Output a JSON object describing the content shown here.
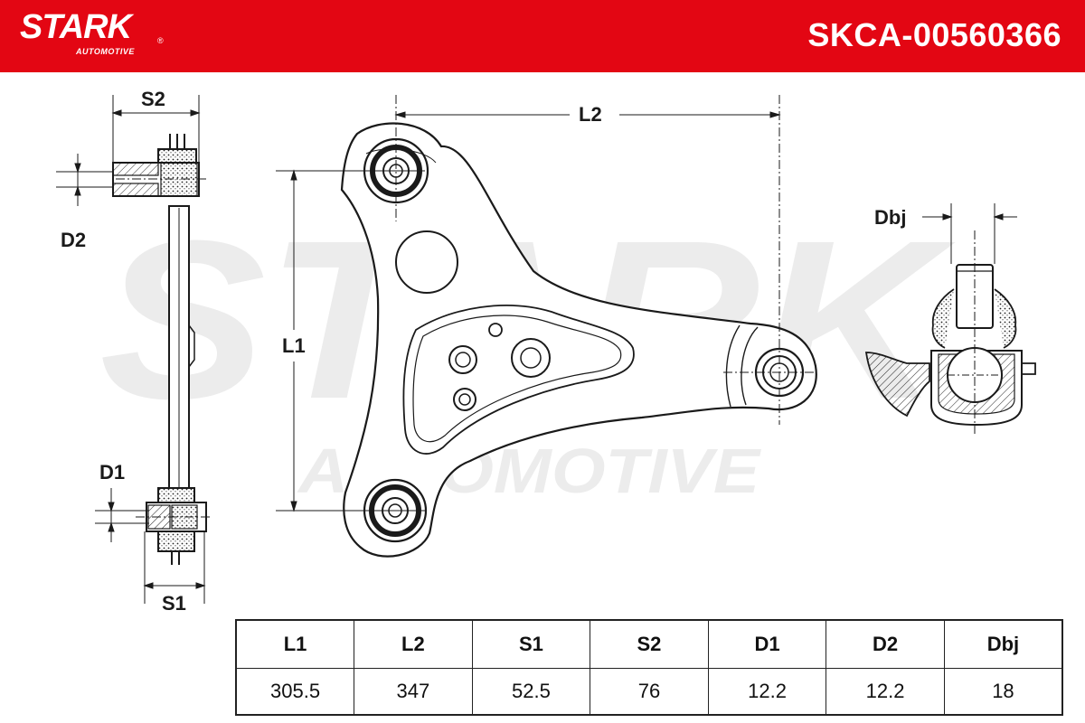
{
  "header": {
    "brand": "STARK",
    "brand_reg": "®",
    "brand_sub": "AUTOMOTIVE",
    "part_number": "SKCA-00560366",
    "background_color": "#e30613"
  },
  "watermark": {
    "main": "STARK",
    "sub": "AUTOMOTIVE"
  },
  "dimension_labels": {
    "s2": "S2",
    "d2": "D2",
    "d1": "D1",
    "s1": "S1",
    "l1": "L1",
    "l2": "L2",
    "dbj": "Dbj"
  },
  "specs": {
    "headers": [
      "L1",
      "L2",
      "S1",
      "S2",
      "D1",
      "D2",
      "Dbj"
    ],
    "values": [
      "305.5",
      "347",
      "52.5",
      "76",
      "12.2",
      "12.2",
      "18"
    ]
  }
}
